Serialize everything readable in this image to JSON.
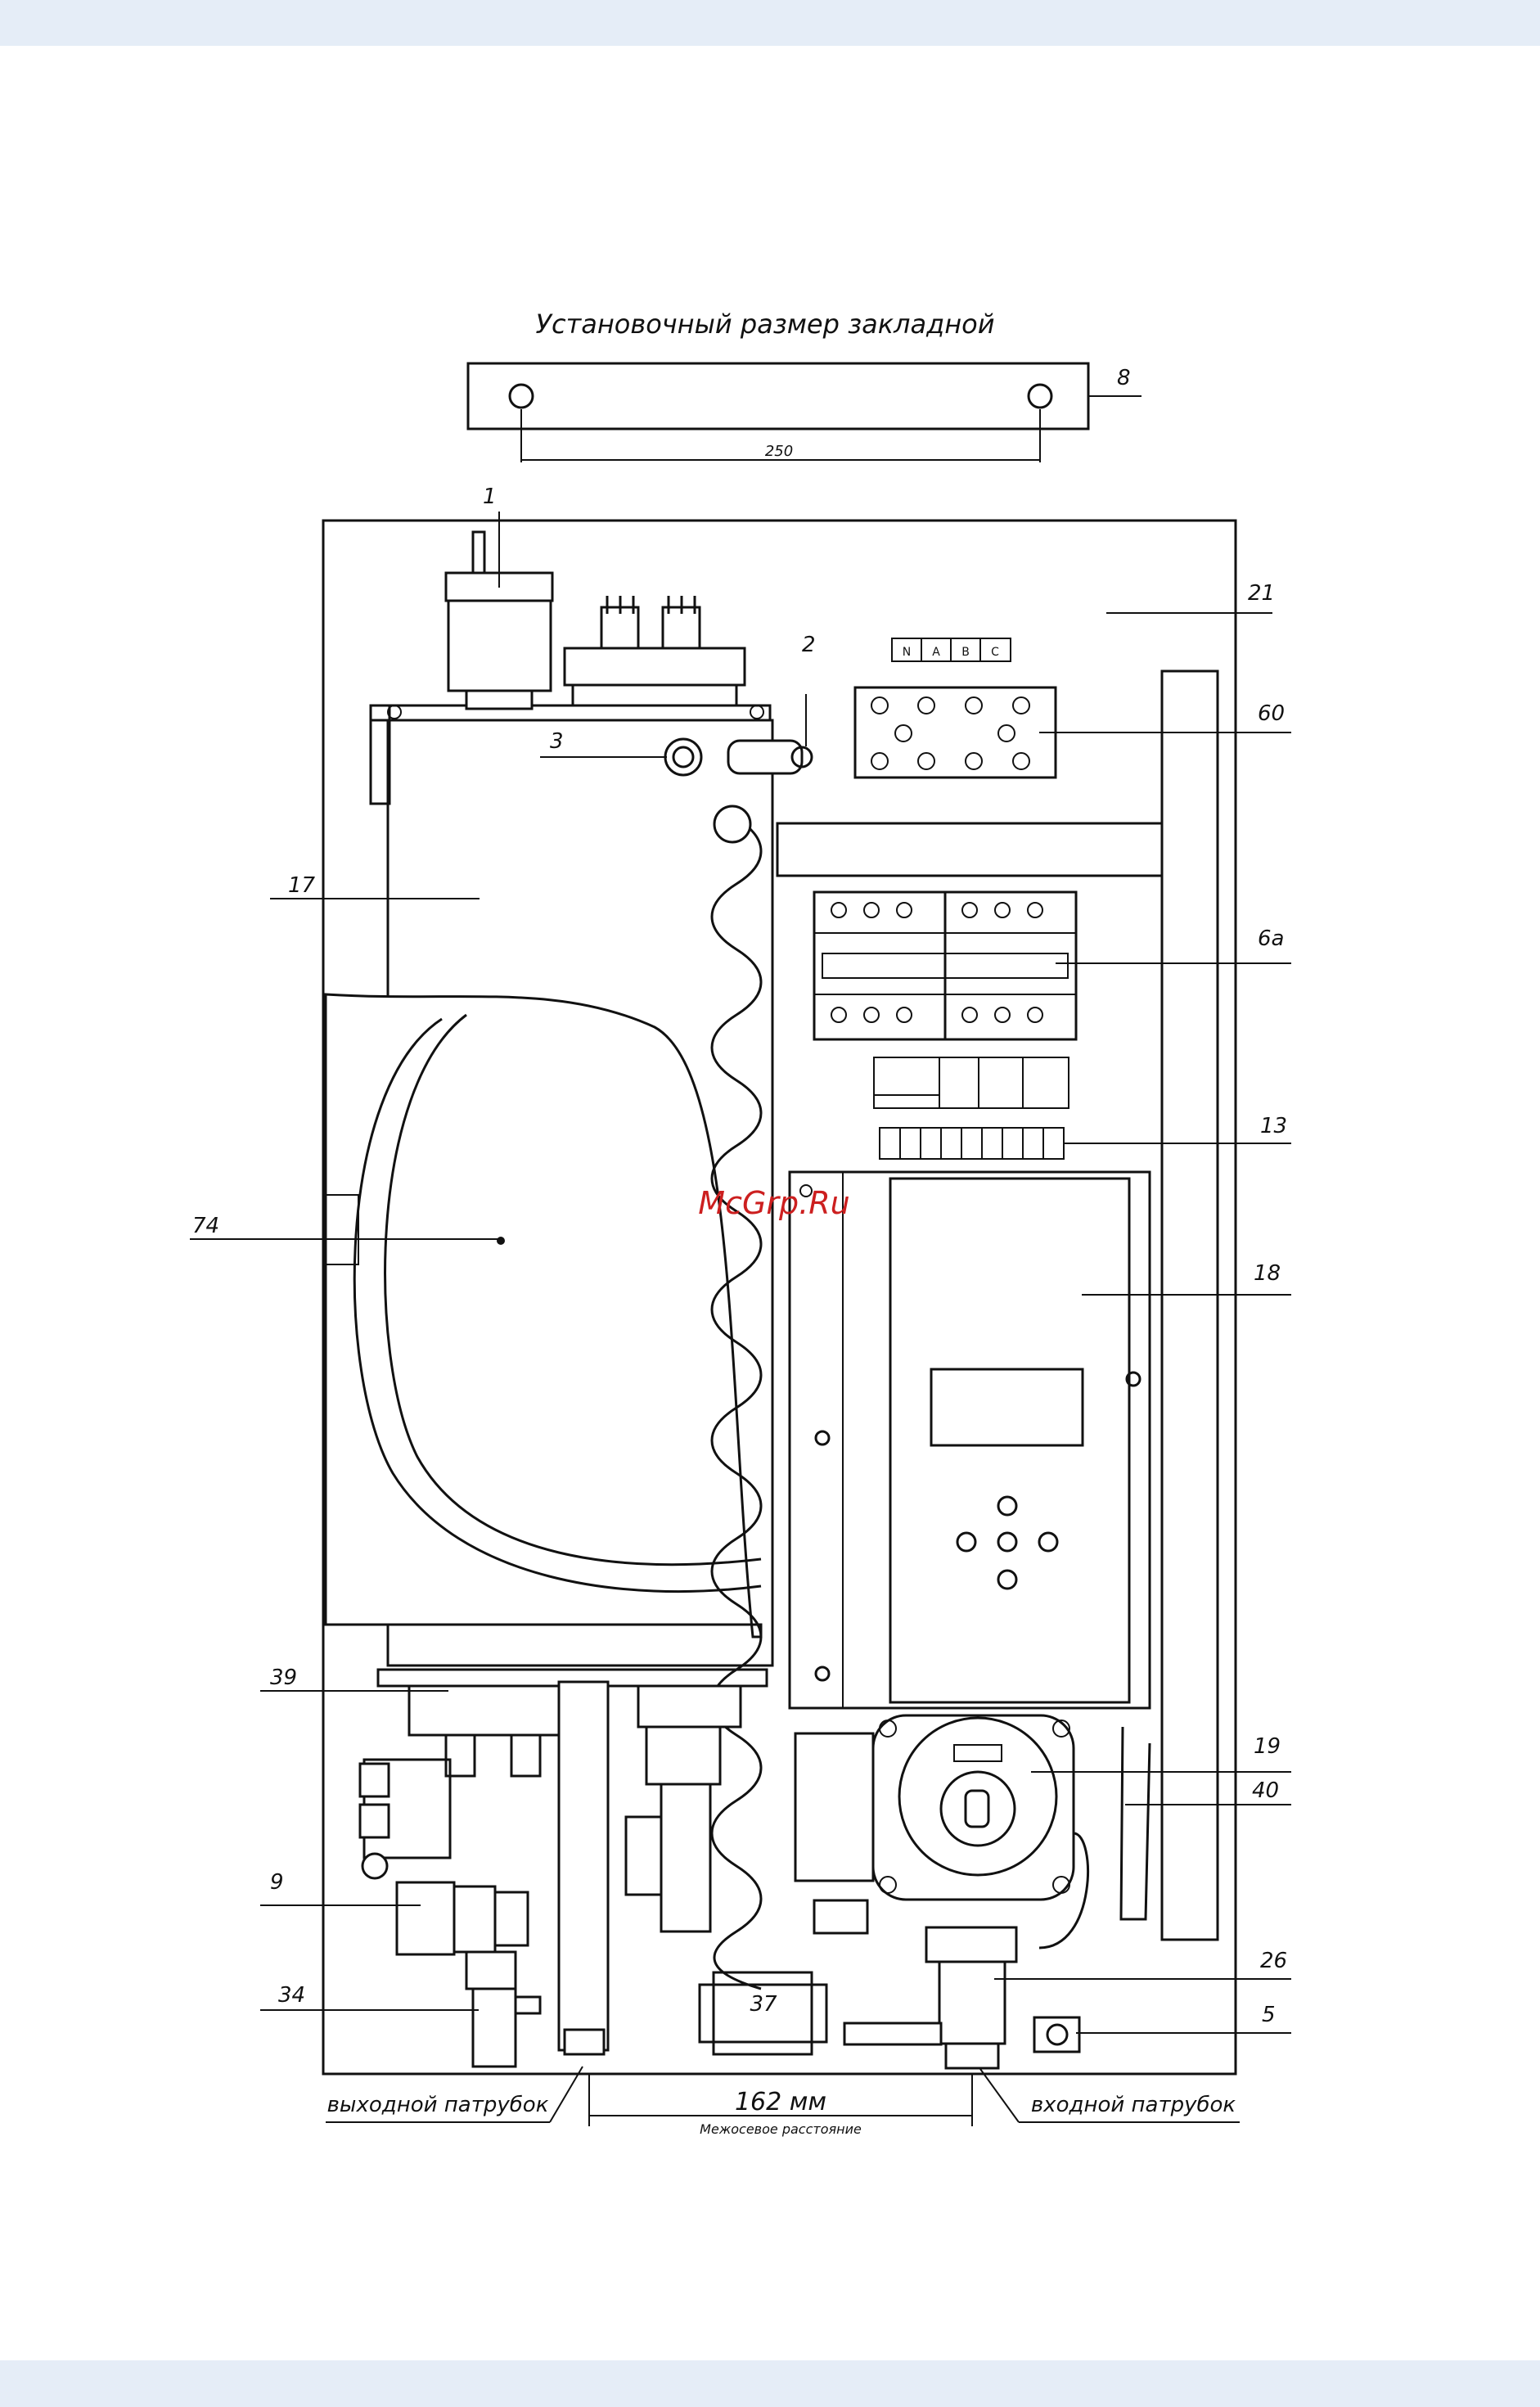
{
  "title": "Установочный размер закладной",
  "mount_plate": {
    "dimension": "250",
    "label": "8"
  },
  "callouts": [
    "1",
    "2",
    "3",
    "17",
    "74",
    "39",
    "9",
    "34",
    "21",
    "60",
    "6a",
    "13",
    "18",
    "19",
    "40",
    "26",
    "5",
    "37"
  ],
  "terminal_letters": [
    "N",
    "A",
    "B",
    "C"
  ],
  "watermark": "McGrp.Ru",
  "outlet_label": "выходной патрубок",
  "inlet_label": "входной патрубок",
  "spacing": {
    "value": "162 мм",
    "caption": "Межосевое расстояние"
  },
  "colors": {
    "frame_band": "#e5edf7",
    "line": "#111111",
    "watermark": "#cc1f1f"
  }
}
